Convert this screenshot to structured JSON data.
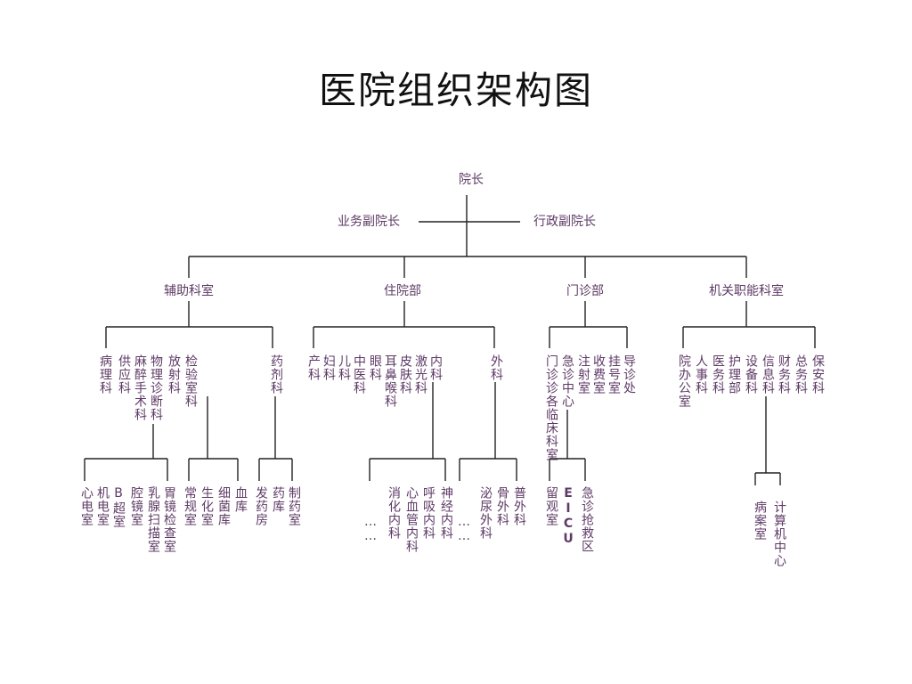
{
  "title": "医院组织架构图",
  "nodes": {
    "president": "院长",
    "vp_business": "业务副院长",
    "vp_admin": "行政副院长",
    "aux": "辅助科室",
    "inpatient": "住院部",
    "outpatient": "门诊部",
    "admin": "机关职能科室",
    "pathology": "病理科",
    "supply": "供应科",
    "anesthesia": "麻醉手术科",
    "physio": "物理诊断科",
    "radiology": "放射科",
    "lab": "检验室科",
    "pharmacy": "药剂科",
    "ecg": "心电室",
    "motor": "机电室",
    "bus": "B超室",
    "cavity": "腔镜室",
    "breast": "乳腺扫描室",
    "gastro": "胃镜检查室",
    "routine": "常规室",
    "biochem": "生化室",
    "bacteria": "细菌库",
    "blood": "血库",
    "dispense": "发药房",
    "storage": "药库",
    "prep": "制药室",
    "obstetrics": "产科",
    "gyneco": "妇科",
    "pediatrics": "儿科",
    "tcm": "中医科",
    "ophthal": "眼科",
    "ent": "耳鼻喉科",
    "derma": "皮肤科",
    "laser": "激光科",
    "internal": "内科",
    "surgery": "外科",
    "digestive": "消化内科",
    "cardio": "心血管内科",
    "respiratory": "呼吸内科",
    "neuro": "神经内科",
    "urology": "泌尿外科",
    "ortho": "骨外科",
    "general_surg": "普外科",
    "outpatient_diag": "门诊诊各临床科室",
    "emergency_center": "急诊中心",
    "injection": "注射室",
    "billing": "收费室",
    "registration": "挂号室",
    "guide": "导诊处",
    "observation": "留观室",
    "eicu": "EICU",
    "rescue": "急诊抢救区",
    "office": "院办公室",
    "hr": "人事科",
    "medical_affairs": "医务科",
    "nursing": "护理部",
    "equipment": "设备科",
    "info": "信息科",
    "finance": "财务科",
    "general_affairs": "总务科",
    "security": "保安科",
    "records": "病案室",
    "computer": "计算机中心",
    "dots1": "……",
    "dots2": "……"
  }
}
